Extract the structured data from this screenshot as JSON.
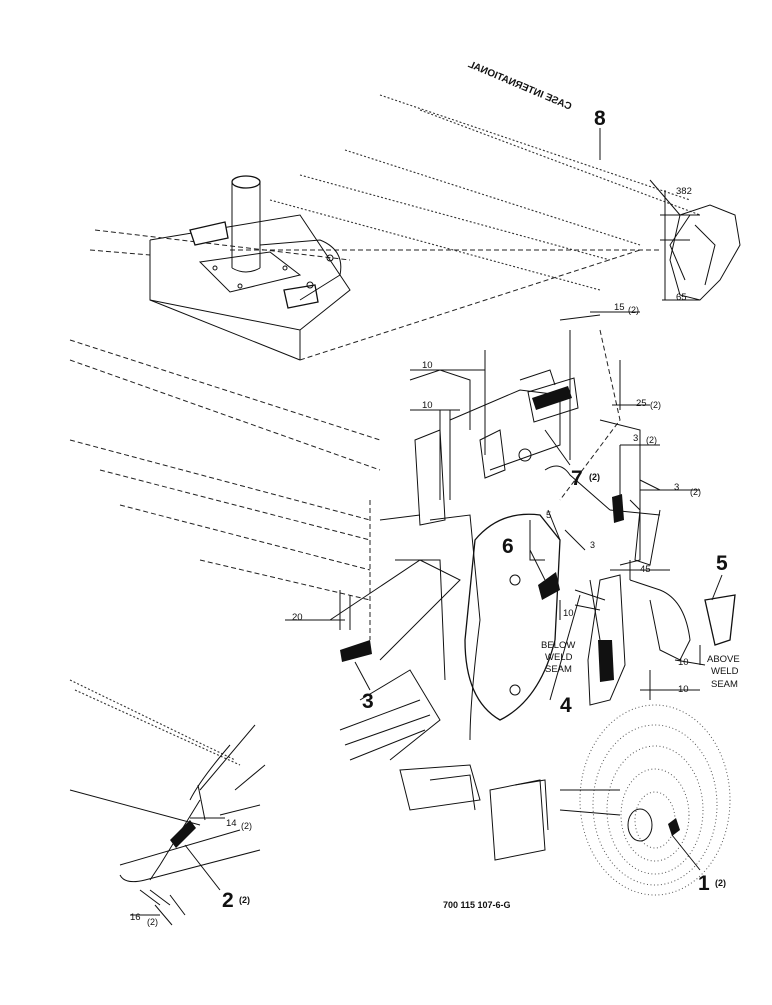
{
  "figure": {
    "drawing_number": "700 115 107-6-G",
    "decal_brand_text": "CASE INTERNATIONAL",
    "callouts": [
      {
        "ref": "1",
        "qty": "(2)"
      },
      {
        "ref": "2",
        "qty": "(2)"
      },
      {
        "ref": "3",
        "qty": ""
      },
      {
        "ref": "4",
        "qty": ""
      },
      {
        "ref": "5",
        "qty": ""
      },
      {
        "ref": "6",
        "qty": ""
      },
      {
        "ref": "7",
        "qty": "(2)"
      },
      {
        "ref": "8",
        "qty": ""
      }
    ],
    "dimensions": {
      "d382": "382",
      "d65": "65",
      "d15": "15",
      "d15_qty": "(2)",
      "d10a": "10",
      "d10b": "10",
      "d25": "25",
      "d25_qty": "(2)",
      "d3a": "3",
      "d3a_qty": "(2)",
      "d3b": "3",
      "d3b_qty": "(2)",
      "d5": "5",
      "d3c": "3",
      "d45": "45",
      "d20": "20",
      "d10c": "10",
      "d10d": "10",
      "d10e": "10",
      "d14": "14",
      "d14_qty": "(2)",
      "d16": "16",
      "d16_qty": "(2)"
    },
    "notes": {
      "below_1": "BELOW",
      "below_2": "WELD",
      "below_3": "SEAM",
      "above_1": "ABOVE",
      "above_2": "WELD",
      "above_3": "SEAM"
    }
  }
}
